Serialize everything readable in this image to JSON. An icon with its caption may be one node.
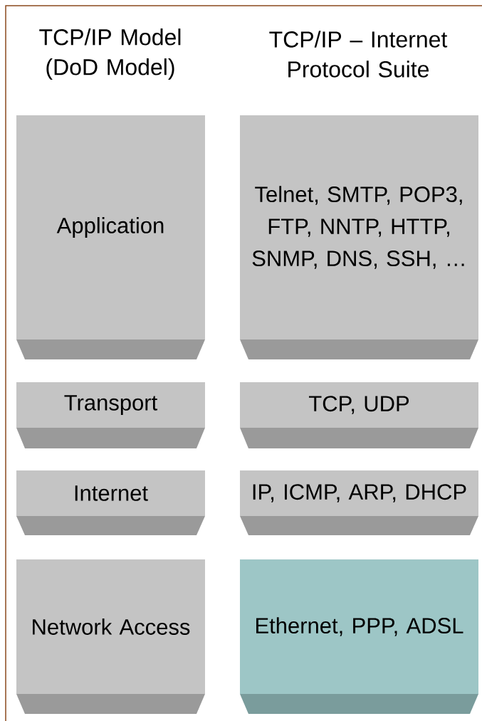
{
  "diagram": {
    "nodes": [
      {
        "text": [
          "Application"
        ]
      },
      {
        "text": [
          "Telnet, SMTP, POP3, FTP, NNTP, HTTP, SNMP, DNS, SSH, …"
        ]
      },
      {
        "text": [
          "Transport"
        ]
      },
      {
        "text": [
          "TCP, UDP"
        ]
      },
      {
        "text": [
          "Internet"
        ]
      },
      {
        "text": [
          "IP, ICMP, ARP, DHCP"
        ]
      },
      {
        "text": [
          "Network Access"
        ]
      },
      {
        "text": [
          "Ethernet, PPP, ADSL"
        ]
      }
    ],
    "labels": [
      "TCP/IP Model (DoD Model)",
      "TCP/IP – Internet Protocol Suite"
    ]
  }
}
